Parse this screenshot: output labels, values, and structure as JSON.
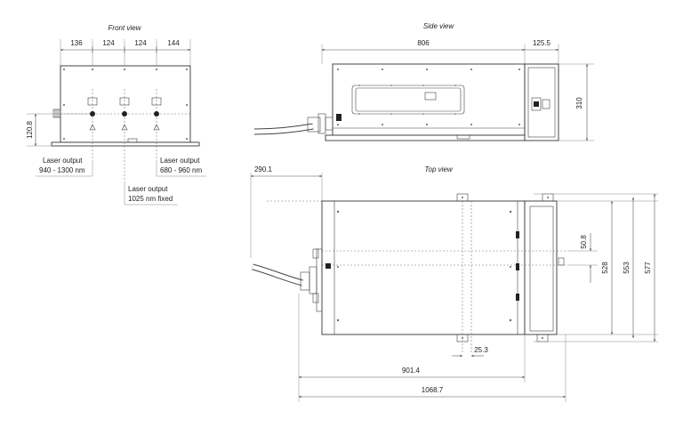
{
  "front_view": {
    "title": "Front view",
    "dims": {
      "d1": "136",
      "d2": "124",
      "d3": "124",
      "d4": "144",
      "height": "120.8"
    },
    "outputs": [
      {
        "line1": "Laser output",
        "line2": "940 - 1300 nm"
      },
      {
        "line1": "Laser output",
        "line2": "1025 nm fixed"
      },
      {
        "line1": "Laser output",
        "line2": "680 - 960 nm"
      }
    ]
  },
  "side_view": {
    "title": "Side view",
    "dims": {
      "length": "806",
      "end": "125.5",
      "height": "310"
    }
  },
  "top_view": {
    "title": "Top view",
    "dims": {
      "cable": "290.1",
      "offset": "50.8",
      "w1": "528",
      "w2": "553",
      "w3": "577",
      "spacing": "25.3",
      "len1": "901.4",
      "len2": "1068.7"
    }
  }
}
